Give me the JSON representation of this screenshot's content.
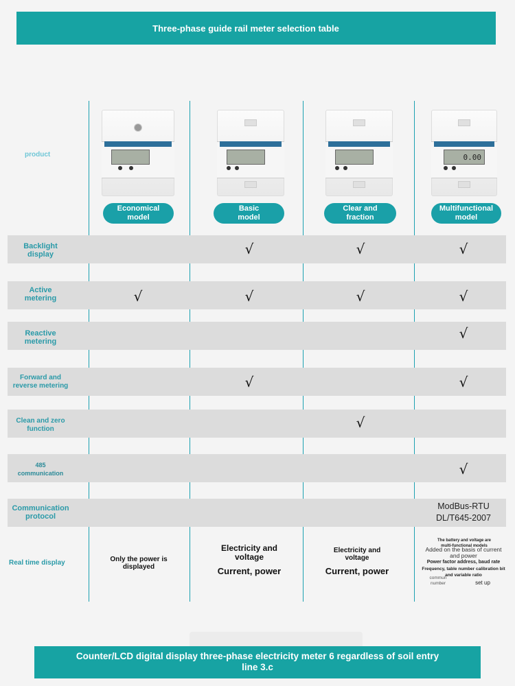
{
  "header": {
    "title": "Three-phase guide rail meter selection table"
  },
  "product_label": "product",
  "models": [
    {
      "line1": "Economical",
      "line2": "model"
    },
    {
      "line1": "Basic",
      "line2": "model"
    },
    {
      "line1": "Clear and",
      "line2": "fraction"
    },
    {
      "line1": "Multifunctional",
      "line2": "model"
    }
  ],
  "meter_displays": [
    "",
    "",
    "",
    "0.00"
  ],
  "features": [
    {
      "line1": "Backlight",
      "line2": "display",
      "checks": [
        "",
        "√",
        "√",
        "√"
      ]
    },
    {
      "line1": "Active",
      "line2": "metering",
      "checks": [
        "√",
        "√",
        "√",
        "√"
      ]
    },
    {
      "line1": "Reactive",
      "line2": "metering",
      "checks": [
        "",
        "",
        "",
        "√"
      ]
    },
    {
      "line1": "Forward and",
      "line2": "reverse metering",
      "checks": [
        "",
        "√",
        "",
        "√"
      ]
    },
    {
      "line1": "Clean and zero",
      "line2": "function",
      "checks": [
        "",
        "",
        "√",
        ""
      ]
    },
    {
      "line1": "485",
      "line2": "communication",
      "checks": [
        "",
        "",
        "",
        "√"
      ]
    }
  ],
  "protocol": {
    "line1": "Communication",
    "line2": "protocol",
    "value1": "ModBus-RTU",
    "value2": "DL/T645-2007"
  },
  "realtime": {
    "label": "Real time display",
    "economical": {
      "line1": "Only the power is",
      "line2": "displayed"
    },
    "basic": {
      "line1": "Electricity and",
      "line2": "voltage",
      "line3": "Current, power"
    },
    "clear": {
      "line1": "Electricity and",
      "line2": "voltage",
      "line3": "Current, power"
    },
    "multi": {
      "line1": "The battery and voltage are",
      "line2": "multi-functional models",
      "line3": "Added on the basis of current",
      "line4": "and power",
      "line5": "Power factor address, baud rate",
      "line6": "Frequency, table number calibration bit",
      "line7": "and variable ratio",
      "line8": "commun",
      "line9": "number",
      "line10": "set up"
    }
  },
  "footer": {
    "line1": "Counter/LCD digital display three-phase electricity meter 6 regardless of soil entry",
    "line2": "line 3.c"
  },
  "colors": {
    "teal": "#17a3a3",
    "label": "#2a9aa8",
    "row": "#dcdcdc"
  }
}
